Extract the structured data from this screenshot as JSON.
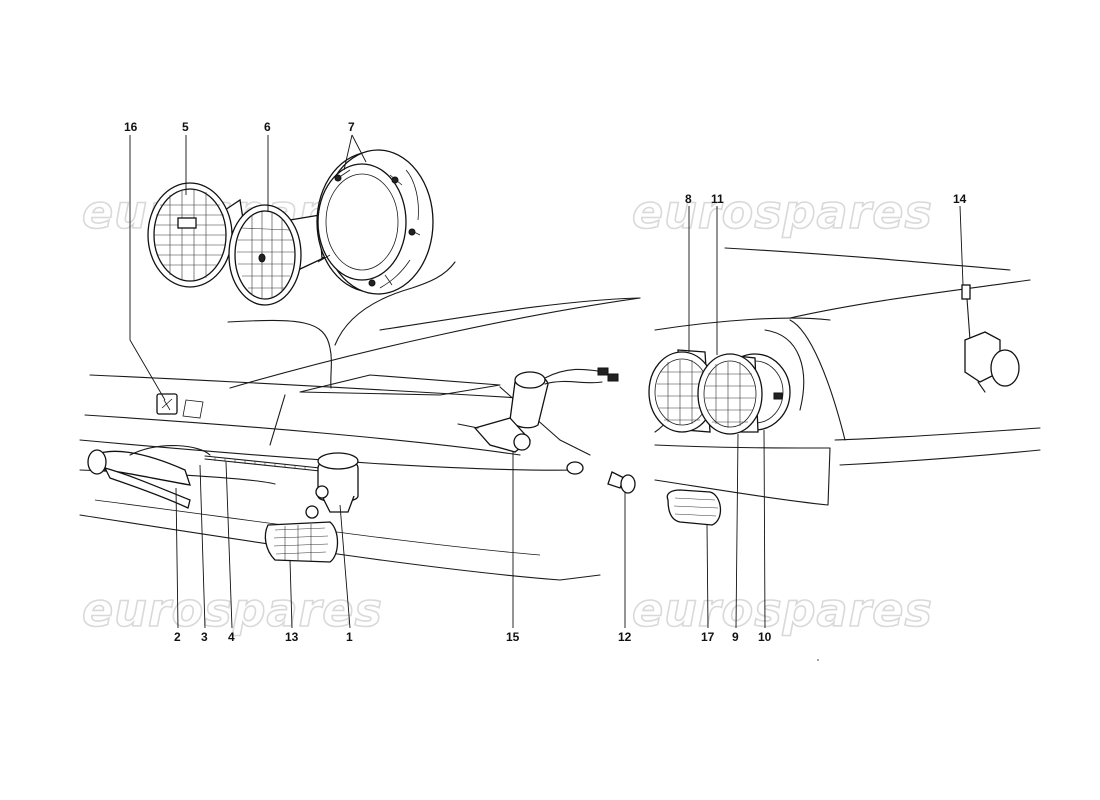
{
  "watermark": {
    "text": "eurospares"
  },
  "callouts": [
    {
      "id": "1",
      "label": "1"
    },
    {
      "id": "2",
      "label": "2"
    },
    {
      "id": "3",
      "label": "3"
    },
    {
      "id": "4",
      "label": "4"
    },
    {
      "id": "5",
      "label": "5"
    },
    {
      "id": "6",
      "label": "6"
    },
    {
      "id": "7",
      "label": "7"
    },
    {
      "id": "8",
      "label": "8"
    },
    {
      "id": "9",
      "label": "9"
    },
    {
      "id": "10",
      "label": "10"
    },
    {
      "id": "11",
      "label": "11"
    },
    {
      "id": "12",
      "label": "12"
    },
    {
      "id": "13",
      "label": "13"
    },
    {
      "id": "14",
      "label": "14"
    },
    {
      "id": "15",
      "label": "15"
    },
    {
      "id": "16",
      "label": "16"
    },
    {
      "id": "17",
      "label": "17"
    }
  ]
}
